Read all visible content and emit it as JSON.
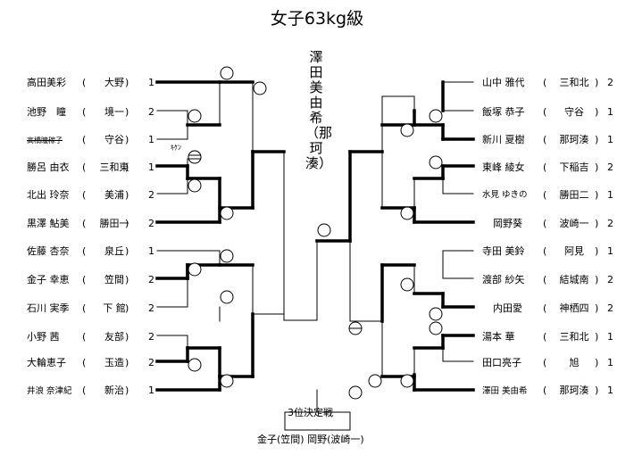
{
  "title": "女子63kg級",
  "winner": "澤田美由希（那珂湊）",
  "kiken_label": "ｷｹﾝ",
  "third_place": {
    "label": "3位決定戦",
    "result": "金子(笠間)  岡野(波崎一)"
  },
  "left_players": [
    {
      "name": "高田美彩",
      "club": "大野",
      "seed": "1"
    },
    {
      "name": "池野　瞳",
      "club": "境一",
      "seed": "2"
    },
    {
      "name": "高橋瞳稼子",
      "club": "守谷",
      "seed": "1"
    },
    {
      "name": "勝呂 由衣",
      "club": "三和東",
      "seed": "1"
    },
    {
      "name": "北出 玲奈",
      "club": "美浦",
      "seed": "2"
    },
    {
      "name": "黒澤 鮎美",
      "club": "勝田一",
      "seed": "2"
    },
    {
      "name": "佐藤 杏奈",
      "club": "泉丘",
      "seed": "1"
    },
    {
      "name": "金子 幸恵",
      "club": "笠間",
      "seed": "2"
    },
    {
      "name": "石川 実季",
      "club": "下 館",
      "seed": "2"
    },
    {
      "name": "小野 茜",
      "club": "友部",
      "seed": "2"
    },
    {
      "name": "大輪恵子",
      "club": "玉造",
      "seed": "2"
    },
    {
      "name": "井浪 奈津紀",
      "club": "新治",
      "seed": "1"
    }
  ],
  "right_players": [
    {
      "name": "山中 雅代",
      "club": "三和北",
      "seed": "2"
    },
    {
      "name": "飯塚 恭子",
      "club": "守谷",
      "seed": "1"
    },
    {
      "name": "新川 夏樹",
      "club": "那珂湊",
      "seed": "1"
    },
    {
      "name": "東峰 綾女",
      "club": "下稲吉",
      "seed": "2"
    },
    {
      "name": "水見 ゆきの",
      "club": "勝田二",
      "seed": "1"
    },
    {
      "name": "岡野葵",
      "club": "波崎一",
      "seed": "2"
    },
    {
      "name": "寺田 美鈴",
      "club": "阿見",
      "seed": "1"
    },
    {
      "name": "渡部 紗矢",
      "club": "結城南",
      "seed": "2"
    },
    {
      "name": "内田愛",
      "club": "神栖四",
      "seed": "2"
    },
    {
      "name": "湯本 華",
      "club": "三和北",
      "seed": "1"
    },
    {
      "name": "田口亮子",
      "club": "旭",
      "seed": "1"
    },
    {
      "name": "澤田 美由希",
      "club": "那珂湊",
      "seed": "1"
    }
  ]
}
